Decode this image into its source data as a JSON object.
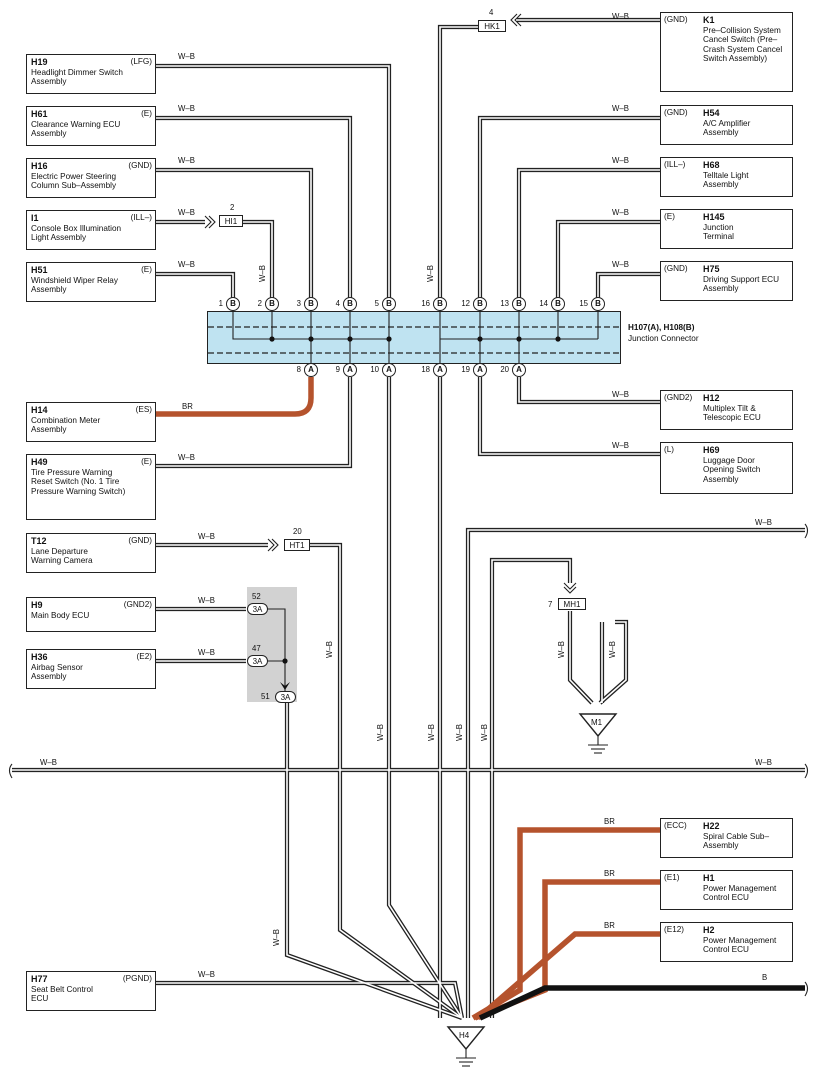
{
  "connector": {
    "title": "H107(A), H108(B)",
    "subtitle": "Junction Connector"
  },
  "pins_top": [
    {
      "n": "1",
      "t": "B"
    },
    {
      "n": "2",
      "t": "B"
    },
    {
      "n": "3",
      "t": "B"
    },
    {
      "n": "4",
      "t": "B"
    },
    {
      "n": "5",
      "t": "B"
    },
    {
      "n": "16",
      "t": "B"
    },
    {
      "n": "12",
      "t": "B"
    },
    {
      "n": "13",
      "t": "B"
    },
    {
      "n": "14",
      "t": "B"
    },
    {
      "n": "15",
      "t": "B"
    }
  ],
  "pins_bottom": [
    {
      "n": "8",
      "t": "A"
    },
    {
      "n": "9",
      "t": "A"
    },
    {
      "n": "10",
      "t": "A"
    },
    {
      "n": "18",
      "t": "A"
    },
    {
      "n": "19",
      "t": "A"
    },
    {
      "n": "20",
      "t": "A"
    }
  ],
  "left_components": [
    {
      "code": "H19",
      "name": "Headlight Dimmer Switch Assembly",
      "term": "(LFG)",
      "wire": "W–B"
    },
    {
      "code": "H61",
      "name": "Clearance Warning ECU Assembly",
      "term": "(E)",
      "wire": "W–B"
    },
    {
      "code": "H16",
      "name": "Electric Power Steering Column Sub–Assembly",
      "term": "(GND)",
      "wire": "W–B"
    },
    {
      "code": "I1",
      "name": "Console Box Illumination Light Assembly",
      "term": "(ILL–)",
      "wire": "W–B"
    },
    {
      "code": "H51",
      "name": "Windshield Wiper Relay Assembly",
      "term": "(E)",
      "wire": "W–B"
    },
    {
      "code": "H14",
      "name": "Combination Meter Assembly",
      "term": "(ES)",
      "wire": "BR"
    },
    {
      "code": "H49",
      "name": "Tire Pressure Warning Reset Switch (No. 1 Tire Pressure Warning Switch)",
      "term": "(E)",
      "wire": "W–B"
    },
    {
      "code": "T12",
      "name": "Lane Departure Warning Camera",
      "term": "(GND)",
      "wire": "W–B"
    },
    {
      "code": "H9",
      "name": "Main Body ECU",
      "term": "(GND2)",
      "wire": "W–B"
    },
    {
      "code": "H36",
      "name": "Airbag Sensor Assembly",
      "term": "(E2)",
      "wire": "W–B"
    },
    {
      "code": "H77",
      "name": "Seat Belt Control ECU",
      "term": "(PGND)",
      "wire": "W–B"
    }
  ],
  "right_components": [
    {
      "code": "K1",
      "name": "Pre–Collision System Cancel Switch (Pre–Crash System Cancel Switch Assembly)",
      "term": "(GND)",
      "wire": "W–B"
    },
    {
      "code": "H54",
      "name": "A/C Amplifier Assembly",
      "term": "(GND)",
      "wire": "W–B"
    },
    {
      "code": "H68",
      "name": "Telltale Light Assembly",
      "term": "(ILL–)",
      "wire": "W–B"
    },
    {
      "code": "H145",
      "name": "Junction Terminal",
      "term": "(E)",
      "wire": "W–B"
    },
    {
      "code": "H75",
      "name": "Driving Support ECU Assembly",
      "term": "(GND)",
      "wire": "W–B"
    },
    {
      "code": "H12",
      "name": "Multiplex Tilt & Telescopic ECU",
      "term": "(GND2)",
      "wire": "W–B"
    },
    {
      "code": "H69",
      "name": "Luggage Door Opening Switch Assembly",
      "term": "(L)",
      "wire": "W–B"
    },
    {
      "code": "H22",
      "name": "Spiral Cable Sub–Assembly",
      "term": "(ECC)",
      "wire": "BR"
    },
    {
      "code": "H1",
      "name": "Power Management Control ECU",
      "term": "(E1)",
      "wire": "BR"
    },
    {
      "code": "H2",
      "name": "Power Management Control ECU",
      "term": "(E12)",
      "wire": "BR"
    }
  ],
  "inline_connectors": {
    "hk1": {
      "label": "HK1",
      "pin": "4"
    },
    "hi1": {
      "label": "HI1",
      "pin": "2"
    },
    "ht1": {
      "label": "HT1",
      "pin": "20"
    },
    "mh1": {
      "label": "MH1",
      "pin": "7"
    },
    "j3a": {
      "label": "3A",
      "pins": [
        "52",
        "47",
        "51"
      ]
    }
  },
  "grounds": {
    "m1": "M1",
    "h4": "H4"
  },
  "wire_labels": {
    "wb": "W–B",
    "br": "BR",
    "b": "B"
  },
  "colors": {
    "connector_fill": "#bfe3f1",
    "brown_wire": "#b5532d",
    "black_wire": "#111111",
    "grey_block": "#d2d2d2"
  }
}
